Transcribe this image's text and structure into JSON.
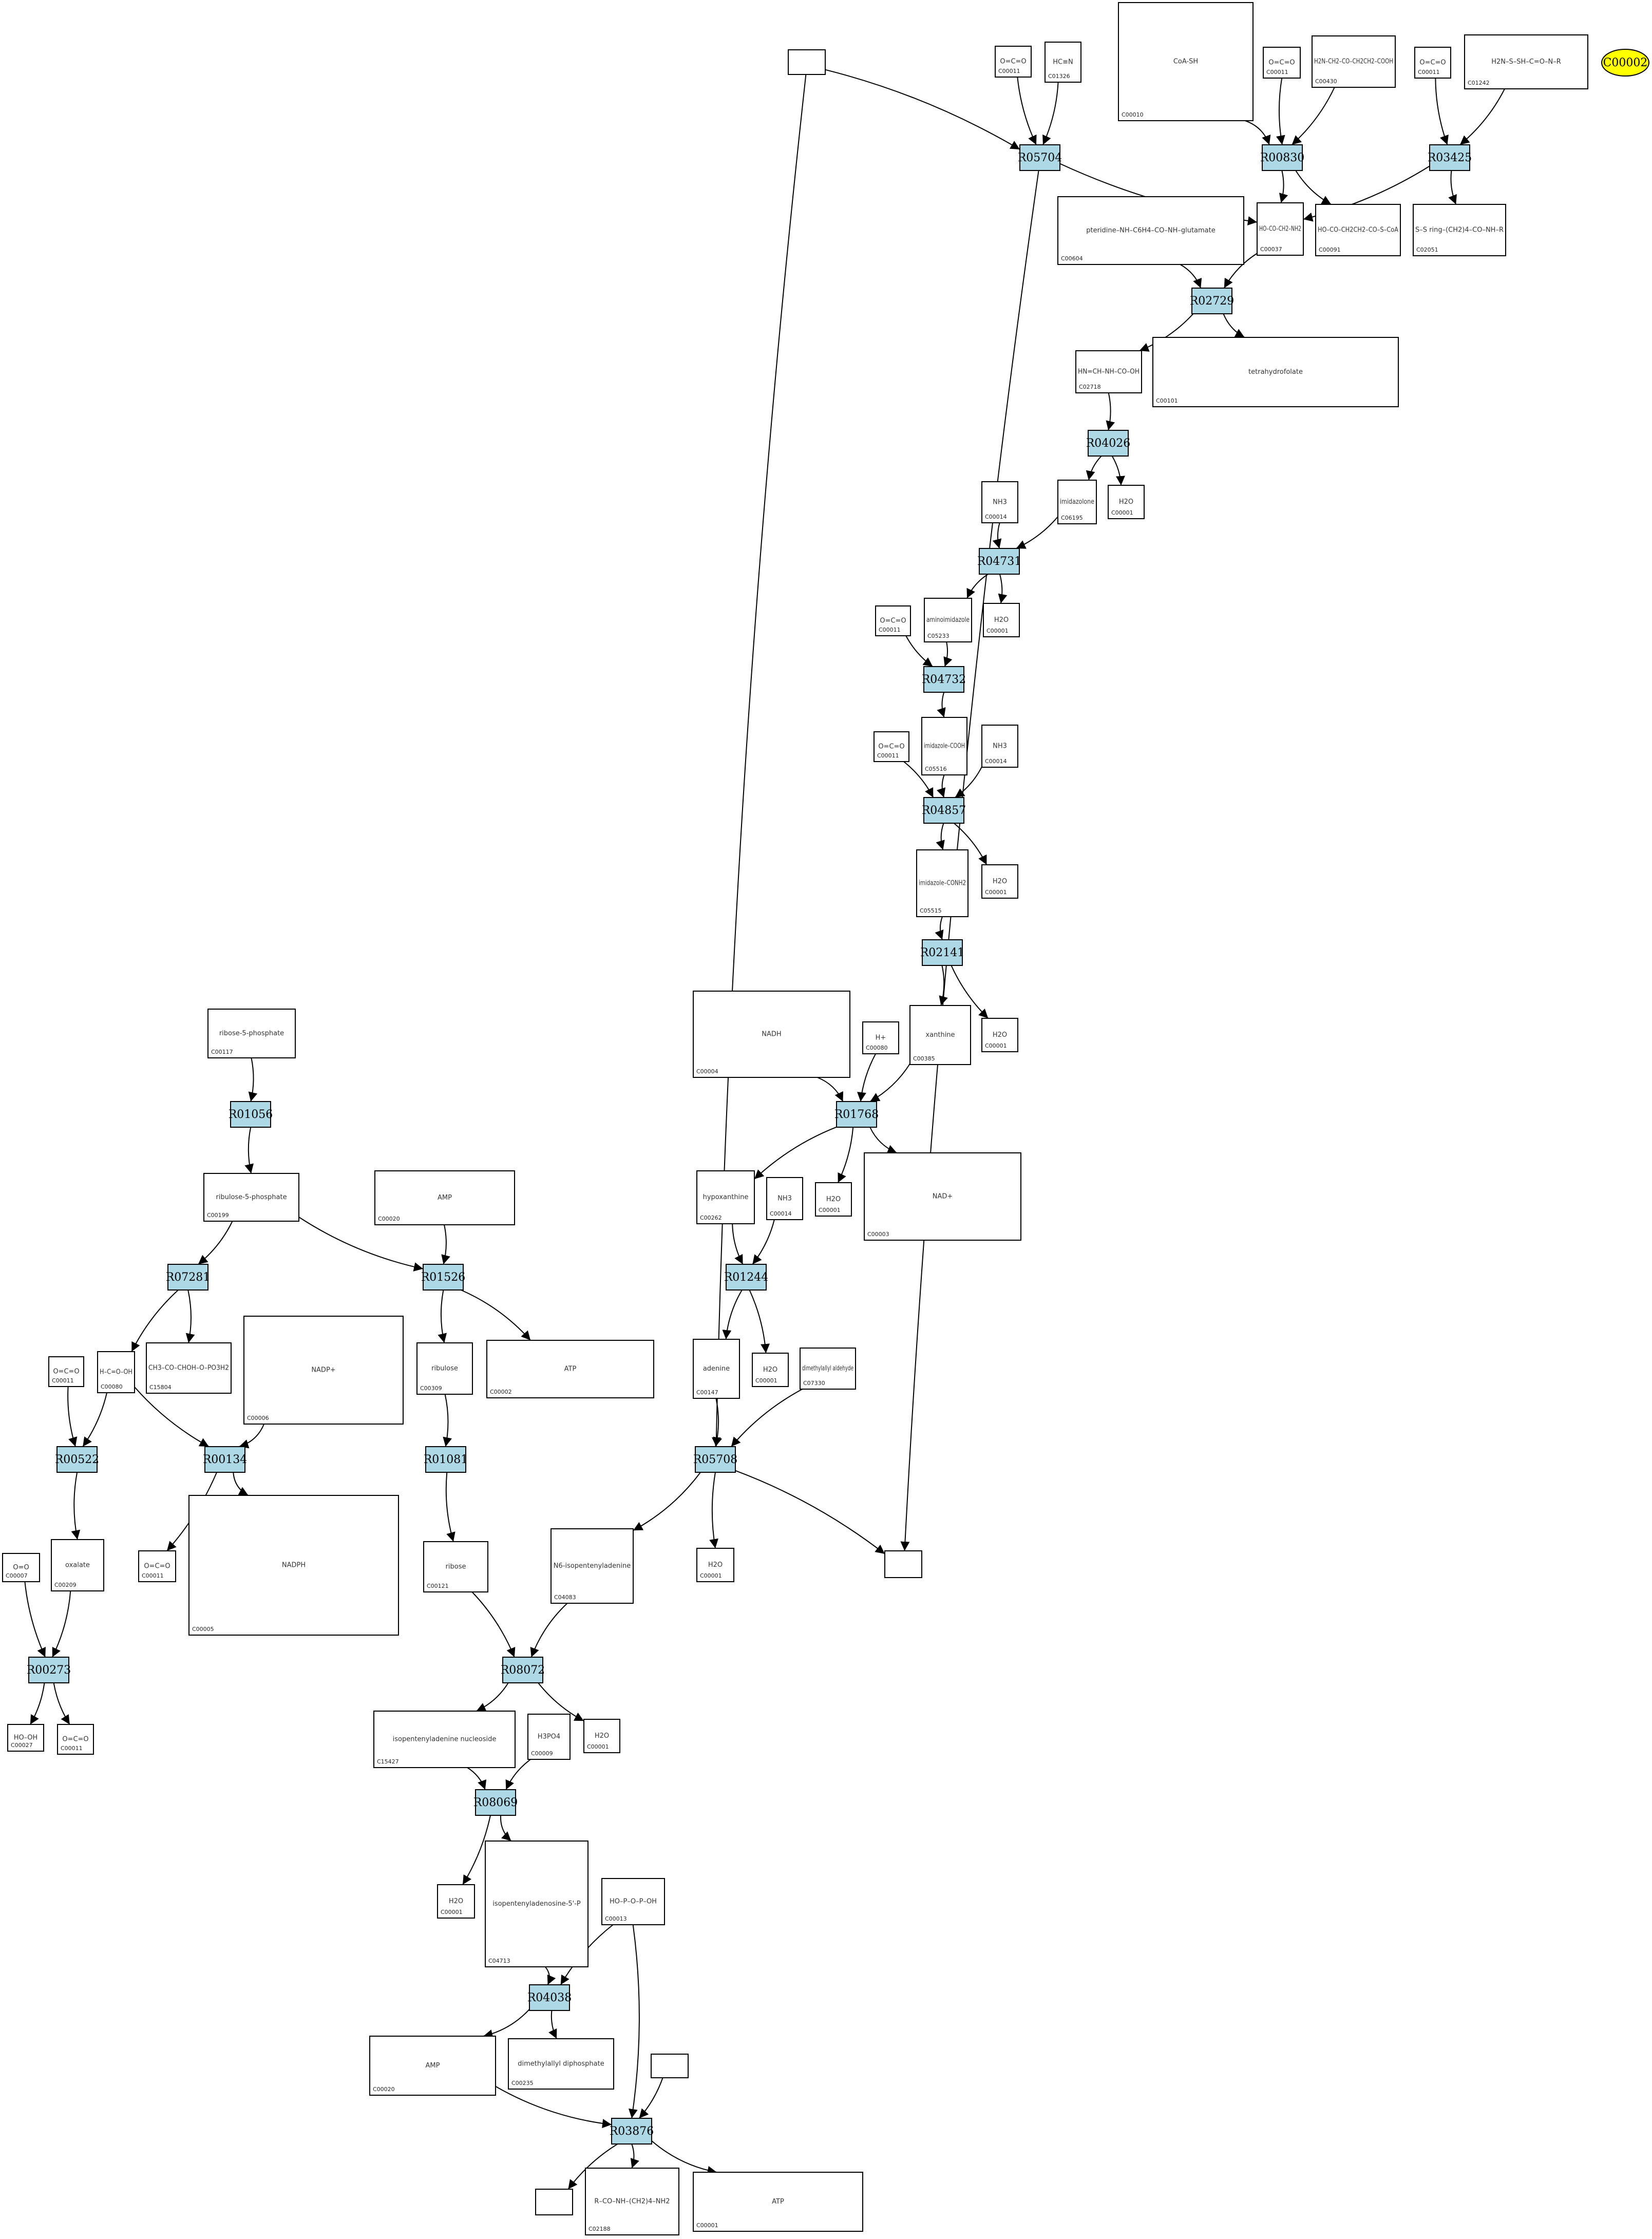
{
  "highlight": {
    "label": "C00002",
    "color": "#ffff00"
  },
  "colors": {
    "reaction_fill": "#add8e6",
    "highlight_fill": "#ffff00",
    "edge": "#000000"
  },
  "reactions": [
    "R05704",
    "R00830",
    "R03425",
    "R02729",
    "R04026",
    "R04731",
    "R04732",
    "R04857",
    "R02141",
    "R01056",
    "R01768",
    "R07281",
    "R01526",
    "R01244",
    "R00522",
    "R00134",
    "R01081",
    "R05708",
    "R00273",
    "R08072",
    "R08069",
    "R04038",
    "R03876"
  ],
  "compounds": [
    {
      "id": "cpd-1",
      "label": "",
      "mol": ""
    },
    {
      "id": "cpd-2",
      "label": "C00011",
      "mol": "O=C=O"
    },
    {
      "id": "cpd-3",
      "label": "C01326",
      "mol": "HC≡N"
    },
    {
      "id": "cpd-4",
      "label": "C00010",
      "mol": "CoA-SH"
    },
    {
      "id": "cpd-5",
      "label": "C00011",
      "mol": "O=C=O"
    },
    {
      "id": "cpd-6",
      "label": "C00430",
      "mol": "H2N–CH2–CO–CH2CH2–COOH"
    },
    {
      "id": "cpd-7",
      "label": "C00011",
      "mol": "O=C=O"
    },
    {
      "id": "cpd-8",
      "label": "C01242",
      "mol": "H2N–S–SH–C=O–N–R"
    },
    {
      "id": "cpd-9",
      "label": "C00604",
      "mol": "pteridine–NH–C6H4–CO–NH–glutamate"
    },
    {
      "id": "cpd-10",
      "label": "C00037",
      "mol": "HO–CO–CH2–NH2"
    },
    {
      "id": "cpd-11",
      "label": "C00091",
      "mol": "HO–CO–CH2CH2–CO–S–CoA"
    },
    {
      "id": "cpd-12",
      "label": "C02051",
      "mol": "S–S ring–(CH2)4–CO–NH–R"
    },
    {
      "id": "cpd-13",
      "label": "C02718",
      "mol": "HN=CH–NH–CO–OH"
    },
    {
      "id": "cpd-14",
      "label": "C00101",
      "mol": "tetrahydrofolate"
    },
    {
      "id": "cpd-15",
      "label": "C00014",
      "mol": "NH3"
    },
    {
      "id": "cpd-16",
      "label": "C06195",
      "mol": "imidazolone"
    },
    {
      "id": "cpd-17",
      "label": "C00001",
      "mol": "H2O"
    },
    {
      "id": "cpd-18",
      "label": "C00011",
      "mol": "O=C=O"
    },
    {
      "id": "cpd-19",
      "label": "C05233",
      "mol": "aminoimidazole"
    },
    {
      "id": "cpd-20",
      "label": "C00001",
      "mol": "H2O"
    },
    {
      "id": "cpd-21",
      "label": "C00011",
      "mol": "O=C=O"
    },
    {
      "id": "cpd-22",
      "label": "C05516",
      "mol": "imidazole–COOH"
    },
    {
      "id": "cpd-23",
      "label": "C00014",
      "mol": "NH3"
    },
    {
      "id": "cpd-24",
      "label": "C05515",
      "mol": "imidazole–CONH2"
    },
    {
      "id": "cpd-25",
      "label": "C00001",
      "mol": "H2O"
    },
    {
      "id": "cpd-26",
      "label": "C00004",
      "mol": "NADH"
    },
    {
      "id": "cpd-27",
      "label": "C00080",
      "mol": "H+"
    },
    {
      "id": "cpd-28",
      "label": "C00385",
      "mol": "xanthine"
    },
    {
      "id": "cpd-29",
      "label": "C00001",
      "mol": "H2O"
    },
    {
      "id": "cpd-30",
      "label": "C00117",
      "mol": "ribose-5-phosphate"
    },
    {
      "id": "cpd-31",
      "label": "C00199",
      "mol": "ribulose-5-phosphate"
    },
    {
      "id": "cpd-32",
      "label": "C00020",
      "mol": "AMP"
    },
    {
      "id": "cpd-33",
      "label": "C00262",
      "mol": "hypoxanthine"
    },
    {
      "id": "cpd-34",
      "label": "C00014",
      "mol": "NH3"
    },
    {
      "id": "cpd-35",
      "label": "C00001",
      "mol": "H2O"
    },
    {
      "id": "cpd-36",
      "label": "C00003",
      "mol": "NAD+"
    },
    {
      "id": "cpd-37",
      "label": "C00011",
      "mol": "O=C=O"
    },
    {
      "id": "cpd-38",
      "label": "C00080",
      "mol": "H–C=O–OH"
    },
    {
      "id": "cpd-39",
      "label": "C15804",
      "mol": "CH3–CO–CHOH–O–PO3H2"
    },
    {
      "id": "cpd-40",
      "label": "C00006",
      "mol": "NADP+"
    },
    {
      "id": "cpd-41",
      "label": "C00309",
      "mol": "ribulose"
    },
    {
      "id": "cpd-42",
      "label": "C00002",
      "mol": "ATP"
    },
    {
      "id": "cpd-43",
      "label": "C00147",
      "mol": "adenine"
    },
    {
      "id": "cpd-44",
      "label": "C00001",
      "mol": "H2O"
    },
    {
      "id": "cpd-45",
      "label": "C07330",
      "mol": "dimethylallyl aldehyde"
    },
    {
      "id": "cpd-46",
      "label": "C00209",
      "mol": "oxalate"
    },
    {
      "id": "cpd-47",
      "label": "C00011",
      "mol": "O=C=O"
    },
    {
      "id": "cpd-48",
      "label": "C00005",
      "mol": "NADPH"
    },
    {
      "id": "cpd-49",
      "label": "C00121",
      "mol": "ribose"
    },
    {
      "id": "cpd-50",
      "label": "C04083",
      "mol": "N6-isopentenyladenine"
    },
    {
      "id": "cpd-51",
      "label": "C00001",
      "mol": "H2O"
    },
    {
      "id": "cpd-52",
      "label": "",
      "mol": ""
    },
    {
      "id": "cpd-53",
      "label": "C00007",
      "mol": "O=O"
    },
    {
      "id": "cpd-54",
      "label": "C00027",
      "mol": "HO–OH"
    },
    {
      "id": "cpd-55",
      "label": "C00011",
      "mol": "O=C=O"
    },
    {
      "id": "cpd-56",
      "label": "C15427",
      "mol": "isopentenyladenine nucleoside"
    },
    {
      "id": "cpd-57",
      "label": "C00009",
      "mol": "H3PO4"
    },
    {
      "id": "cpd-58",
      "label": "C00001",
      "mol": "H2O"
    },
    {
      "id": "cpd-59",
      "label": "C00001",
      "mol": "H2O"
    },
    {
      "id": "cpd-60",
      "label": "C04713",
      "mol": "isopentenyladenosine-5'-P"
    },
    {
      "id": "cpd-61",
      "label": "C00013",
      "mol": "HO–P–O–P–OH"
    },
    {
      "id": "cpd-62",
      "label": "C00020",
      "mol": "AMP"
    },
    {
      "id": "cpd-63",
      "label": "C00235",
      "mol": "dimethylallyl diphosphate"
    },
    {
      "id": "cpd-64",
      "label": "",
      "mol": ""
    },
    {
      "id": "cpd-65",
      "label": "",
      "mol": ""
    },
    {
      "id": "cpd-66",
      "label": "C02188",
      "mol": "R–CO–NH–(CH2)4–NH2"
    },
    {
      "id": "cpd-67",
      "label": "C00001",
      "mol": "ATP"
    }
  ]
}
